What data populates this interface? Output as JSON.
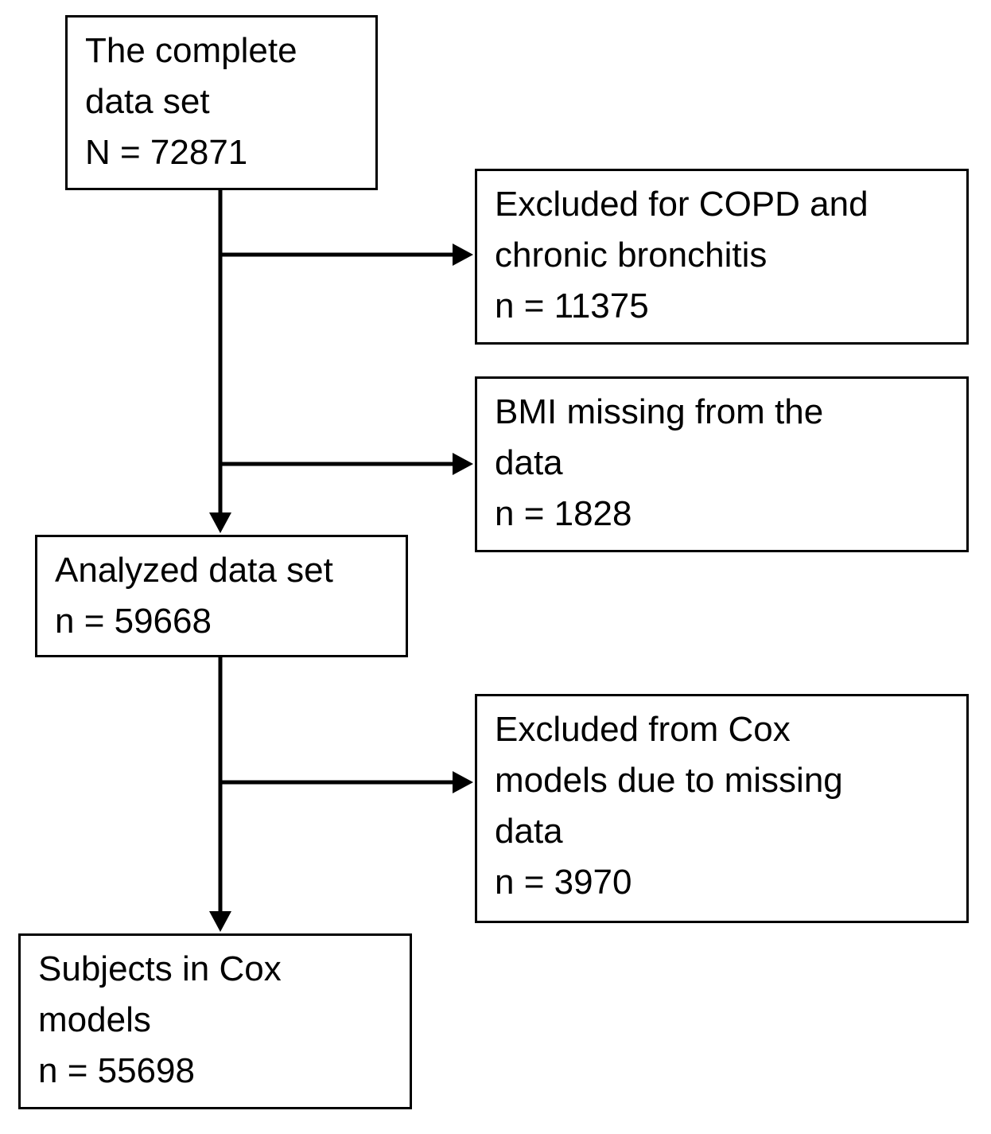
{
  "diagram": {
    "background_color": "#ffffff",
    "line_color": "#000000",
    "text_color": "#000000",
    "boxes": [
      {
        "id": "complete-data-set",
        "label": "The complete data set",
        "count_label": "N = 72871",
        "count": 72871,
        "lines": [
          "The complete",
          "data set",
          "N = 72871"
        ]
      },
      {
        "id": "excluded-copd",
        "label": "Excluded for COPD and chronic bronchitis",
        "count_label": "n = 11375",
        "count": 11375,
        "lines": [
          "Excluded for COPD and",
          "chronic bronchitis",
          "n = 11375"
        ]
      },
      {
        "id": "bmi-missing",
        "label": "BMI missing from the data",
        "count_label": "n = 1828",
        "count": 1828,
        "lines": [
          "BMI missing from the",
          "data",
          "n = 1828"
        ]
      },
      {
        "id": "analyzed-data-set",
        "label": "Analyzed data set",
        "count_label": "n = 59668",
        "count": 59668,
        "lines": [
          "Analyzed data set",
          "n = 59668"
        ]
      },
      {
        "id": "excluded-cox-models",
        "label": "Excluded from Cox models due to missing data",
        "count_label": "n = 3970",
        "count": 3970,
        "lines": [
          "Excluded from Cox",
          "models due to missing",
          "data",
          "n = 3970"
        ]
      },
      {
        "id": "subjects-cox-models",
        "label": "Subjects in Cox models",
        "count_label": "n = 55698",
        "count": 55698,
        "lines": [
          "Subjects in Cox",
          "models",
          "n = 55698"
        ]
      }
    ],
    "edges": [
      {
        "from": "complete-data-set",
        "to": "excluded-copd"
      },
      {
        "from": "complete-data-set",
        "to": "bmi-missing"
      },
      {
        "from": "complete-data-set",
        "to": "analyzed-data-set"
      },
      {
        "from": "analyzed-data-set",
        "to": "excluded-cox-models"
      },
      {
        "from": "analyzed-data-set",
        "to": "subjects-cox-models"
      }
    ]
  }
}
